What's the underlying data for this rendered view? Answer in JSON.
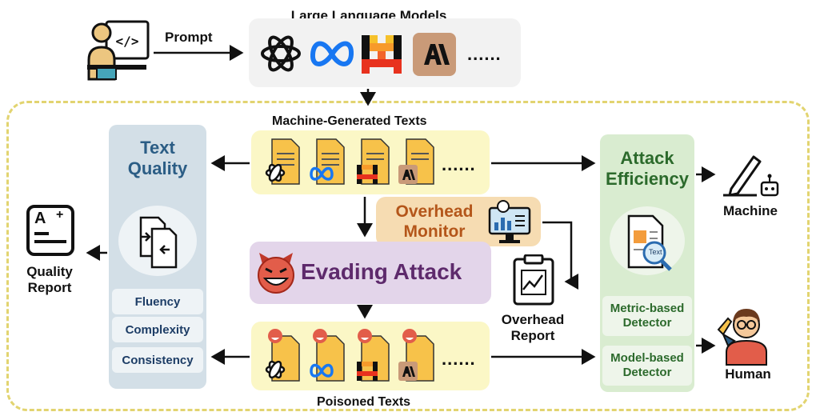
{
  "titles": {
    "llm": "Large Language Models",
    "prompt": "Prompt",
    "machine_generated": "Machine-Generated Texts",
    "poisoned": "Poisoned Texts",
    "evading_attack": "Evading Attack",
    "overhead_monitor_line1": "Overhead",
    "overhead_monitor_line2": "Monitor",
    "overhead_report_line1": "Overhead",
    "overhead_report_line2": "Report",
    "text_quality_line1": "Text",
    "text_quality_line2": "Quality",
    "quality_report_line1": "Quality",
    "quality_report_line2": "Report",
    "attack_efficiency_line1": "Attack",
    "attack_efficiency_line2": "Efficiency",
    "machine": "Machine",
    "human": "Human"
  },
  "quality_metrics": [
    "Fluency",
    "Complexity",
    "Consistency"
  ],
  "detectors": [
    {
      "line1": "Metric-based",
      "line2": "Detector"
    },
    {
      "line1": "Model-based",
      "line2": "Detector"
    }
  ],
  "ellipsis": "......",
  "doc_badge_text": "Text",
  "quality_icon_text": "A",
  "quality_icon_plus": "+",
  "model_logos": [
    "openai-logo-icon",
    "meta-logo-icon",
    "mistral-logo-icon",
    "anthropic-logo-icon"
  ],
  "colors": {
    "dash_frame": "#e2d470",
    "llm_box": "#f2f2f2",
    "text_box": "#fbf7c6",
    "quality_panel": "#d3dfe7",
    "quality_title": "#2b5d85",
    "efficiency_panel": "#d9ecd0",
    "efficiency_title": "#2c6a2c",
    "evading_box": "#e3d5ea",
    "evading_text": "#5e2a6c",
    "overhead_box": "#f6dcb2",
    "overhead_text": "#b4561a",
    "anthropic_logo": "#c99a78"
  }
}
